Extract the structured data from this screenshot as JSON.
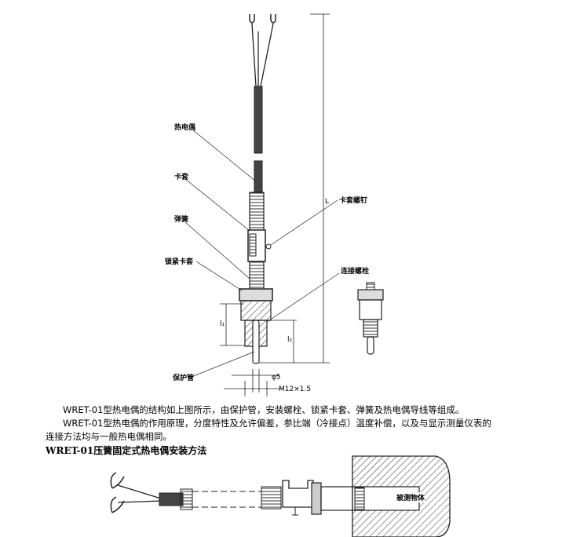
{
  "figure1": {
    "labels": {
      "thermocouple": "热电偶",
      "ferrule": "卡套",
      "spring": "弹簧",
      "lock_ferrule": "锁紧卡套",
      "protection_tube": "保护管",
      "ferrule_screw": "卡套螺钉",
      "connecting_bolt": "连接螺栓",
      "length": "L",
      "l1": "l₁",
      "l2": "l₂",
      "diameter": "φ5",
      "thread": "M12×1.5"
    }
  },
  "text": {
    "para1": "WRET-01型热电偶的结构如上图所示，由保护管，安装螺栓、锁紧卡套、弹簧及热电偶导线等组成。",
    "para2_line1": "WRET-01型热电偶的作用原理，分度特性及允许偏差，参比端（冷接点）温度补偿，以及与显示测量仪表的",
    "para2_line2": "连接方法均与一般热电偶相同。",
    "heading": "WRET-01压簧固定式热电偶安装方法"
  },
  "figure2": {
    "labels": {
      "measured_object": "被测物体"
    }
  }
}
